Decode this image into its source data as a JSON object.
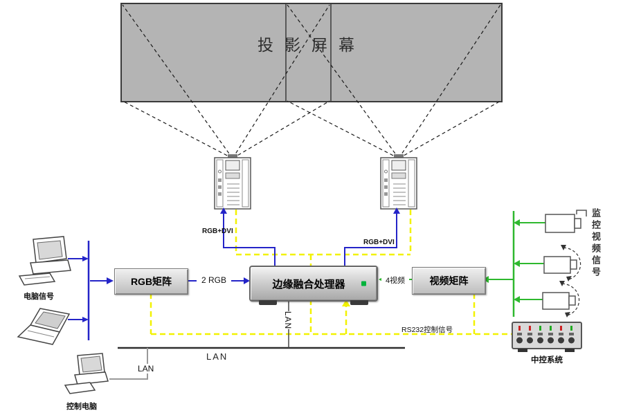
{
  "screen": {
    "label": "投影屏幕"
  },
  "boxes": {
    "rgb_matrix": "RGB矩阵",
    "processor": "边缘融合处理器",
    "video_matrix": "视频矩阵",
    "central_control": "中控系统"
  },
  "signal_labels": {
    "rgb_link": "2 RGB",
    "video_link": "4视频",
    "rs232": "RS232控制信号",
    "projector_left": "RGB+DVI",
    "projector_right": "RGB+DVI"
  },
  "lan": {
    "bus": "LAN",
    "processor_link": "LAN",
    "pc_link": "LAN"
  },
  "device_labels": {
    "computer_signal": "电脑信号",
    "control_pc": "控制电脑",
    "surveillance": "监控视频信号"
  },
  "colors": {
    "rgb_signal": "#2424c8",
    "control_signal": "#f2f200",
    "video_signal": "#2eb82e",
    "lan_line": "#2e2e2e",
    "screen_fill": "#b4b4b4",
    "led": "#00b33c"
  }
}
